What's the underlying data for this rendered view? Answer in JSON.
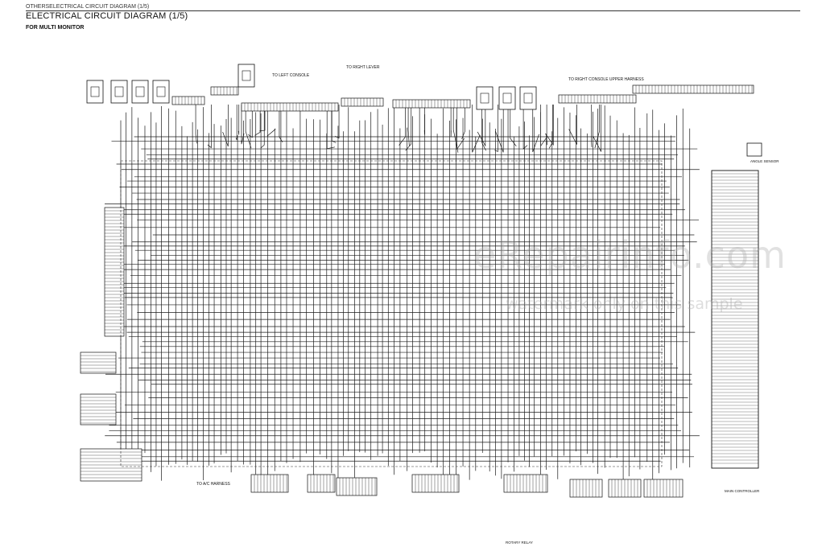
{
  "header": {
    "running_title": "OTHERSELECTRICAL CIRCUIT DIAGRAM (1/5)",
    "title": "ELECTRICAL CIRCUIT DIAGRAM (1/5)",
    "subtitle": "FOR MULTI MONITOR"
  },
  "labels": {
    "to_left_console": "TO LEFT CONSOLE",
    "to_right_lever": "TO RIGHT LEVER",
    "to_right_console_upper_harness": "TO RIGHT CONSOLE UPPER HARNESS",
    "to_ac_harness": "TO A/C HARNESS",
    "angle_sensor": "ANGLE SENSOR",
    "main_controller": "MAIN CONTROLLER",
    "rotary_relay": "ROTARY RELAY"
  },
  "watermark": {
    "main": "eRepairinfo.com",
    "sub": "watermark only on this sample"
  },
  "colors": {
    "ink": "#111111",
    "background": "#ffffff",
    "watermark": "#aaaaaa"
  }
}
